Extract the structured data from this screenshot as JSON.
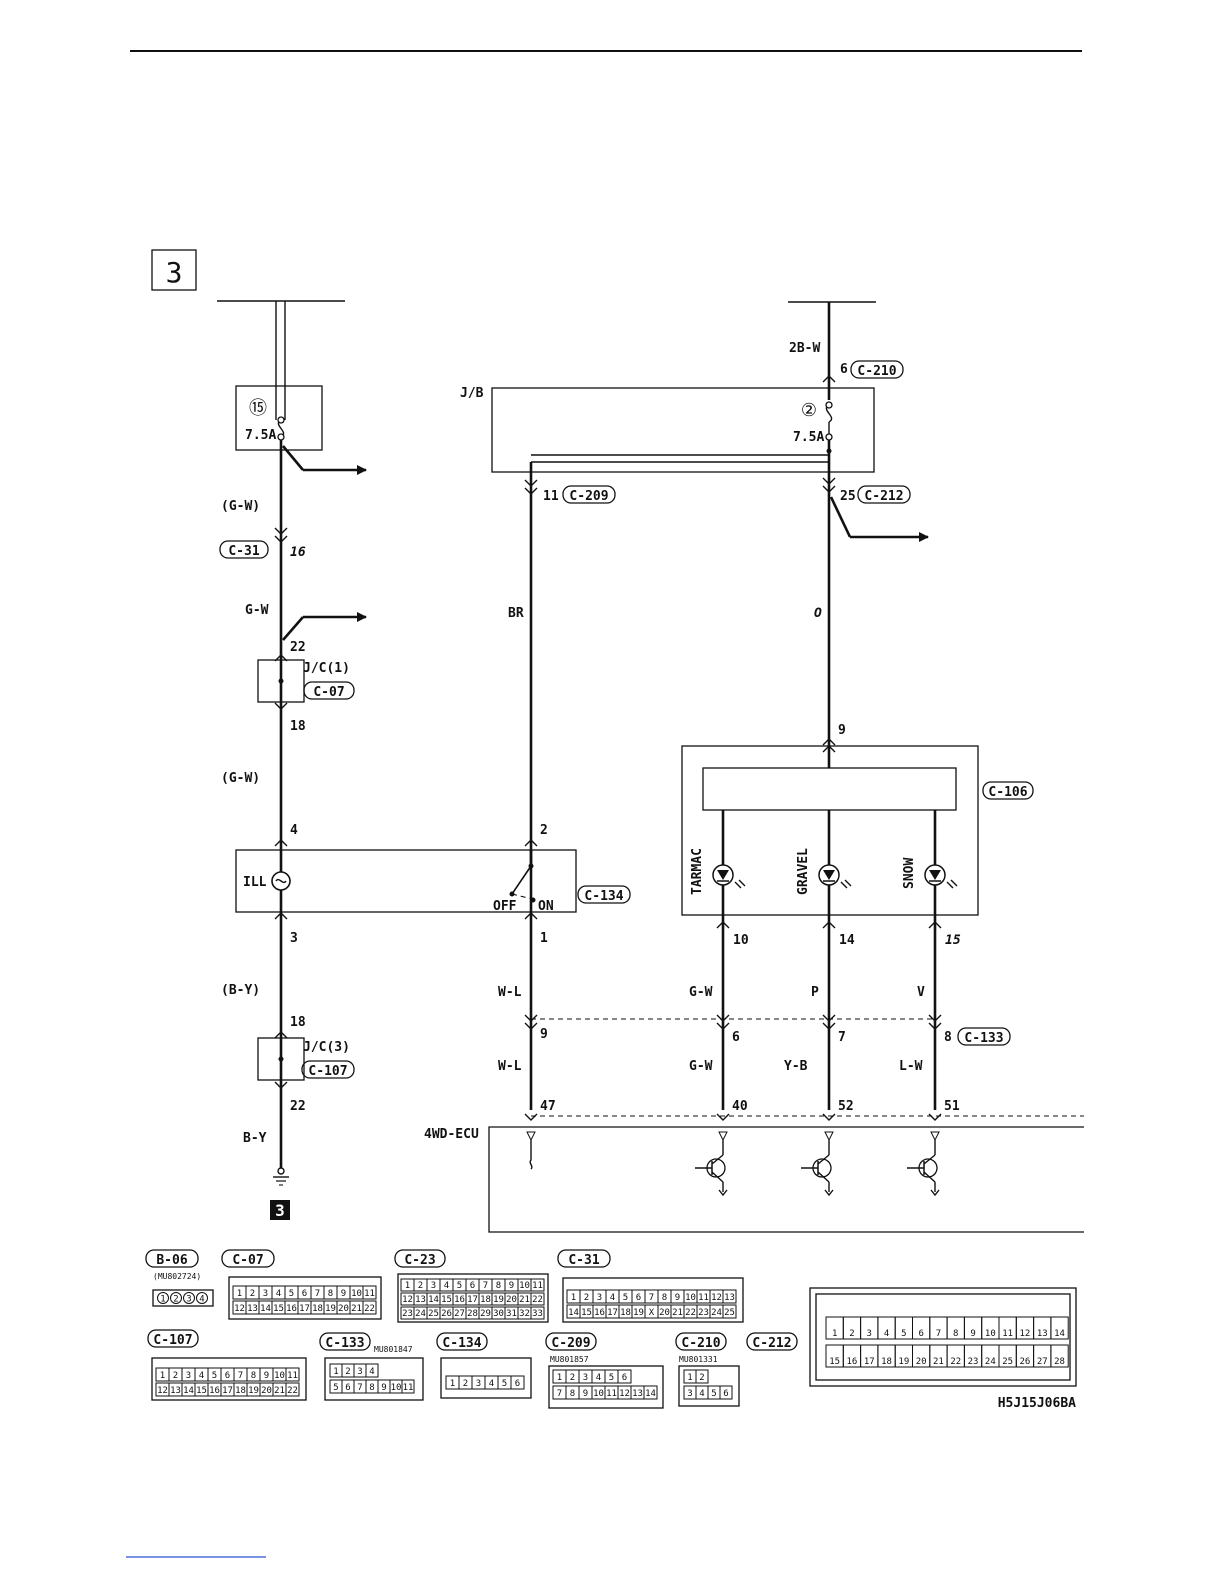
{
  "page": {
    "section": "3",
    "ground_ref": "3",
    "figure_code": "H5J15J06BA"
  },
  "fuses": {
    "left": {
      "number": "⑮",
      "rating": "7.5A"
    },
    "right": {
      "number": "②",
      "rating": "7.5A"
    }
  },
  "blocks": {
    "jb": "J/B",
    "jc1": "J/C(1)",
    "jc3": "J/C(3)",
    "ecu": "4WD-ECU",
    "ill": "ILL",
    "off": "OFF",
    "on": "ON"
  },
  "wires": {
    "gw_paren_1": "(G-W)",
    "gw": "G-W",
    "gw_paren_2": "(G-W)",
    "by_paren": "(B-Y)",
    "by": "B-Y",
    "br": "BR",
    "o": "O",
    "twob_w": "2B-W",
    "wl_1": "W-L",
    "wl_2": "W-L",
    "gw_tarmac_1": "G-W",
    "gw_tarmac_2": "G-W",
    "p": "P",
    "yb": "Y-B",
    "v": "V",
    "lw": "L-W"
  },
  "pins": {
    "p16": "16",
    "p22a": "22",
    "p18a": "18",
    "p4": "4",
    "p3": "3",
    "p18b": "18",
    "p22b": "22",
    "p11": "11",
    "p2": "2",
    "p1": "1",
    "p9a": "9",
    "p47": "47",
    "p6top": "6",
    "p25": "25",
    "p9": "9",
    "p10": "10",
    "p14": "14",
    "p15": "15",
    "p6": "6",
    "p7": "7",
    "p8": "8",
    "p40": "40",
    "p52": "52",
    "p51": "51"
  },
  "connectors": {
    "c31": "C-31",
    "c07": "C-07",
    "c107": "C-107",
    "c209": "C-209",
    "c210": "C-210",
    "c212": "C-212",
    "c106": "C-106",
    "c134": "C-134",
    "c133": "C-133"
  },
  "indicators": [
    "TARMAC",
    "GRAVEL",
    "SNOW"
  ],
  "legend": {
    "b06": {
      "label": "B-06",
      "part": "(MU802724)",
      "pins": [
        "1",
        "2",
        "3",
        "4"
      ]
    },
    "c07": {
      "label": "C-07",
      "row1": [
        "1",
        "2",
        "3",
        "4",
        "5",
        "6",
        "7",
        "8",
        "9",
        "10",
        "11"
      ],
      "row2": [
        "12",
        "13",
        "14",
        "15",
        "16",
        "17",
        "18",
        "19",
        "20",
        "21",
        "22"
      ]
    },
    "c23": {
      "label": "C-23",
      "row1": [
        "1",
        "2",
        "3",
        "4",
        "5",
        "6",
        "7",
        "8",
        "9",
        "10",
        "11"
      ],
      "row2": [
        "12",
        "13",
        "14",
        "15",
        "16",
        "17",
        "18",
        "19",
        "20",
        "21",
        "22"
      ],
      "row3": [
        "23",
        "24",
        "25",
        "26",
        "27",
        "28",
        "29",
        "30",
        "31",
        "32",
        "33"
      ]
    },
    "c31": {
      "label": "C-31",
      "row1": [
        "1",
        "2",
        "3",
        "4",
        "5",
        "6",
        "7",
        "8",
        "9",
        "10",
        "11",
        "12",
        "13"
      ],
      "row2": [
        "14",
        "15",
        "16",
        "17",
        "18",
        "19",
        "X",
        "20",
        "21",
        "22",
        "23",
        "24",
        "25"
      ]
    },
    "c107": {
      "label": "C-107",
      "row1": [
        "1",
        "2",
        "3",
        "4",
        "5",
        "6",
        "7",
        "8",
        "9",
        "10",
        "11"
      ],
      "row2": [
        "12",
        "13",
        "14",
        "15",
        "16",
        "17",
        "18",
        "19",
        "20",
        "21",
        "22"
      ]
    },
    "c133": {
      "label": "C-133",
      "part": "MU801847",
      "row1": [
        "1",
        "2",
        "3",
        "4"
      ],
      "row2": [
        "5",
        "6",
        "7",
        "8",
        "9",
        "10",
        "11"
      ]
    },
    "c134": {
      "label": "C-134",
      "row1": [
        "1",
        "2",
        "3",
        "4",
        "5",
        "6"
      ]
    },
    "c209": {
      "label": "C-209",
      "part": "MU801857",
      "row1": [
        "1",
        "2",
        "3",
        "4",
        "5",
        "6"
      ],
      "row2": [
        "7",
        "8",
        "9",
        "10",
        "11",
        "12",
        "13",
        "14"
      ]
    },
    "c210": {
      "label": "C-210",
      "part": "MU801331",
      "row1": [
        "1",
        "2"
      ],
      "row2": [
        "3",
        "4",
        "5",
        "6"
      ]
    },
    "c212": {
      "label": "C-212",
      "row1": [
        "1",
        "2",
        "3",
        "4",
        "5",
        "6",
        "7",
        "8",
        "9",
        "10",
        "11",
        "12",
        "13",
        "14"
      ],
      "row2": [
        "15",
        "16",
        "17",
        "18",
        "19",
        "20",
        "21",
        "22",
        "23",
        "24",
        "25",
        "26",
        "27",
        "28"
      ]
    }
  }
}
